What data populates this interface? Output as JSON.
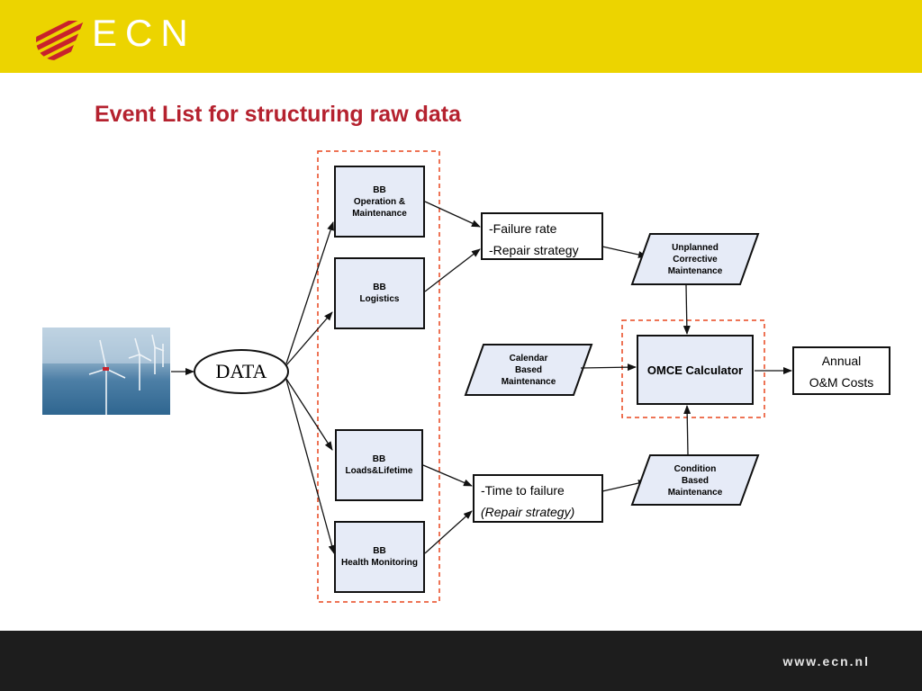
{
  "header": {
    "logo_text": "ECN",
    "background_color": "#ecd400",
    "logo_color": "#c8222c"
  },
  "title": "Event List for structuring raw data",
  "footer": {
    "url": "www.ecn.nl"
  },
  "diagram": {
    "data_node": "DATA",
    "building_blocks": [
      {
        "lines": [
          "BB",
          "Operation &",
          "Maintenance"
        ]
      },
      {
        "lines": [
          "BB",
          "Logistics"
        ]
      },
      {
        "lines": [
          "BB",
          "Loads&Lifetime"
        ]
      },
      {
        "lines": [
          "BB",
          "Health Monitoring"
        ]
      }
    ],
    "info_box_top": {
      "lines": [
        "-Failure rate",
        "-Repair strategy"
      ]
    },
    "info_box_bottom": {
      "lines": [
        "-Time to failure",
        "(Repair strategy)"
      ]
    },
    "maintenance_types": {
      "unplanned": [
        "Unplanned",
        "Corrective",
        "Maintenance"
      ],
      "calendar": [
        "Calendar",
        "Based",
        "Maintenance"
      ],
      "condition": [
        "Condition",
        "Based",
        "Maintenance"
      ]
    },
    "calculator": "OMCE Calculator",
    "output": [
      "Annual",
      "O&M Costs"
    ],
    "highlight_color": "#e8461e"
  }
}
